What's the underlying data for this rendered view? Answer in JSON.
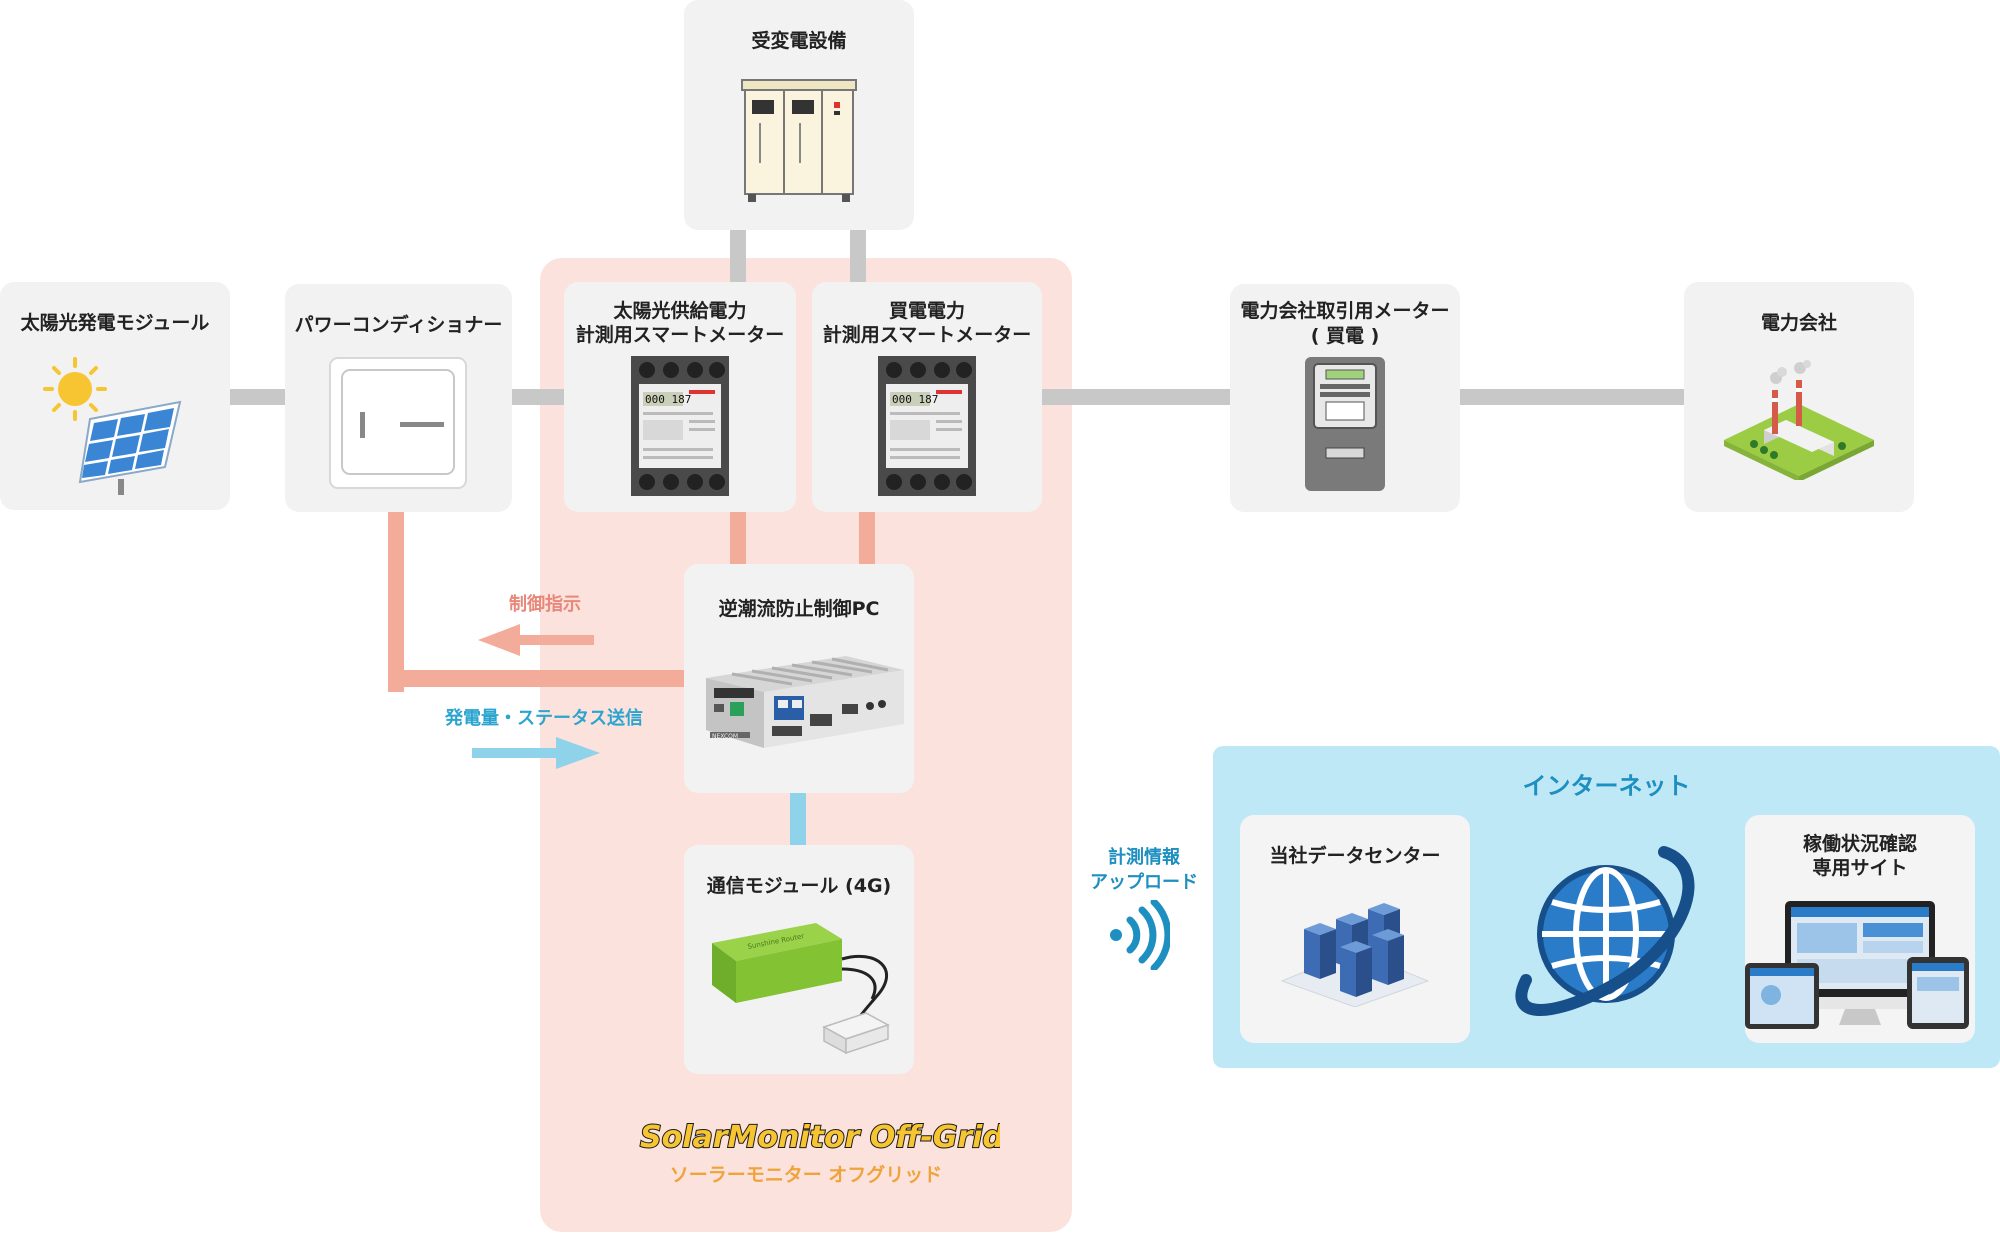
{
  "nodes": {
    "substation": "受変電設備",
    "solar_module": "太陽光発電モジュール",
    "power_conditioner": "パワーコンディショナー",
    "supply_meter": [
      "太陽光供給電力",
      "計測用スマートメーター"
    ],
    "purchase_meter": [
      "買電電力",
      "計測用スマートメーター"
    ],
    "utility_meter": [
      "電力会社取引用メーター",
      "( 買電 )"
    ],
    "utility": "電力会社",
    "reverse_flow_pc": "逆潮流防止制御PC",
    "comm_module": "通信モジュール (4G)",
    "data_center": "当社データセンター",
    "status_site": [
      "稼働状況確認",
      "専用サイト"
    ]
  },
  "flows": {
    "control": "制御指示",
    "status_send": "発電量・ステータス送信",
    "upload": [
      "計測情報",
      "アップロード"
    ]
  },
  "internet": {
    "title": "インターネット"
  },
  "product": {
    "logo": "SolarMonitor Off-Grid",
    "name": "ソーラーモニター オフグリッド"
  },
  "meter_display": "000 187",
  "pc_brand": "NEXCOM",
  "module_brand": "Sunshine Router",
  "colors": {
    "salmon": "#f3ab9a",
    "blue": "#8ed3ea",
    "gray": "#c8c8c8",
    "internet_title": "#1d8fc0",
    "logo_yellow": "#f7c531"
  }
}
